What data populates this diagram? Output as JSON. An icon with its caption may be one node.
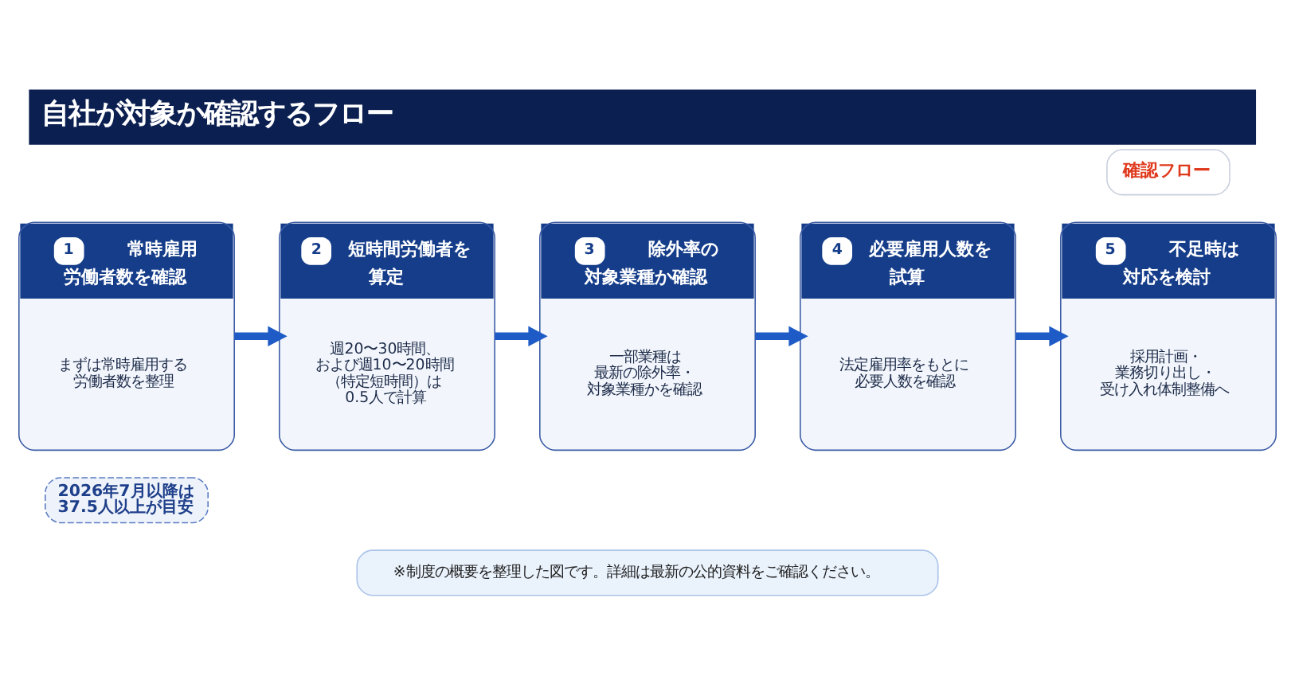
{
  "diagram": {
    "title": "自社が対象か確認するフロー",
    "nodes": [
      {
        "text": [
          "確認フロー"
        ]
      },
      {
        "text": [
          "1",
          "常時雇用労働者数を確認",
          "まずは常時雇用する労働者数を整理"
        ]
      },
      {
        "text": [
          "2",
          "短時間労働者を算定",
          "週20〜30時間、および週10〜20時間（特定短時間）は0.5人で計算"
        ]
      },
      {
        "text": [
          "3",
          "除外率の対象業種か確認",
          "一部業種は最新の除外率・対象業種かを確認"
        ]
      },
      {
        "text": [
          "4",
          "必要雇用人数を試算",
          "法定雇用率をもとに必要人数を確認"
        ]
      },
      {
        "text": [
          "5",
          "不足時は対応を検討",
          "採用計画・業務切り出し・受け入れ体制整備へ"
        ]
      },
      {
        "text": [
          "2026年7月以降は37.5人以上が目安"
        ]
      },
      {
        "text": [
          "※制度の概要を整理した図です。詳細は最新の公的資料をご確認ください。"
        ]
      }
    ],
    "edges": [
      {
        "from": 1,
        "to": 2,
        "arrow": "to"
      },
      {
        "from": 2,
        "to": 3,
        "arrow": "to"
      },
      {
        "from": 3,
        "to": 4,
        "arrow": "to"
      },
      {
        "from": 4,
        "to": 5,
        "arrow": "to"
      }
    ]
  }
}
